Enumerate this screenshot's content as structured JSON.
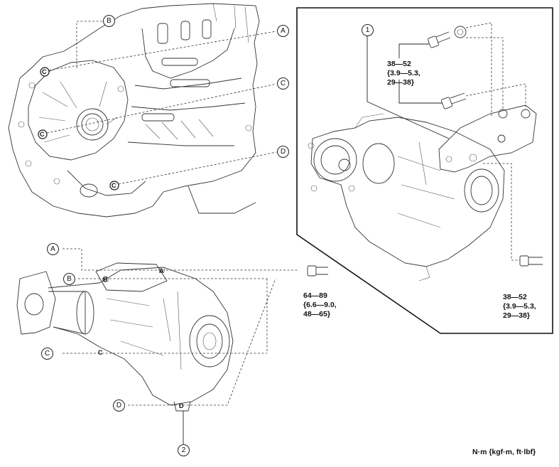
{
  "callouts": {
    "a": "A",
    "b": "B",
    "c": "C",
    "d": "D",
    "part1": "1",
    "part2": "2"
  },
  "torque": {
    "bracket_upper": [
      "38—52",
      "{3.9—5.3,",
      "29—38}"
    ],
    "bracket_lower": [
      "38—52",
      "{3.9—5.3,",
      "29—38}"
    ],
    "transfer": [
      "64—89",
      "{6.6—9.0,",
      "48—65}"
    ]
  },
  "units": "N·m {kgf·m, ft·lbf}"
}
